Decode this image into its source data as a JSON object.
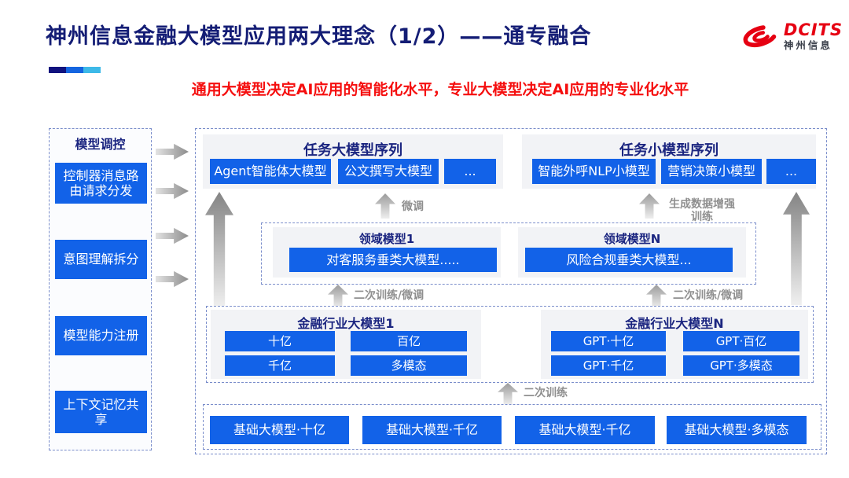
{
  "header": {
    "title": "神州信息金融大模型应用两大理念（1/2）——通专融合",
    "subtitle": "通用大模型决定AI应用的智能化水平，专业大模型决定AI应用的专业化水平",
    "logo": {
      "brand": "DCITS",
      "brand_cn": "神州信息"
    }
  },
  "sidebar": {
    "title": "模型调控",
    "items": [
      "控制器消息路由请求分发",
      "意图理解拆分",
      "模型能力注册",
      "上下文记忆共享"
    ]
  },
  "diagram": {
    "task_large": {
      "title": "任务大模型序列",
      "items": [
        "Agent智能体大模型",
        "公文撰写大模型",
        "..."
      ]
    },
    "task_small": {
      "title": "任务小模型序列",
      "items": [
        "智能外呼NLP小模型",
        "营销决策小模型",
        "..."
      ]
    },
    "domain_1": {
      "title": "领域模型1",
      "item": "对客服务垂类大模型....."
    },
    "domain_n": {
      "title": "领域模型N",
      "item": "风险合规垂类大模型..."
    },
    "fin_1": {
      "title": "金融行业大模型1",
      "items": [
        "十亿",
        "百亿",
        "千亿",
        "多模态"
      ]
    },
    "fin_n": {
      "title": "金融行业大模型N",
      "items": [
        "GPT·十亿",
        "GPT·百亿",
        "GPT·千亿",
        "GPT·多模态"
      ]
    },
    "base": {
      "items": [
        "基础大模型·十亿",
        "基础大模型·千亿",
        "基础大模型·千亿",
        "基础大模型·多模态"
      ]
    },
    "labels": {
      "finetune": "微调",
      "gen_data_training": "生成数据增强训练",
      "second_finetune": "二次训练/微调",
      "second_training": "二次训练"
    }
  },
  "colors": {
    "chip_blue": "#1262e8",
    "title_navy": "#141d75",
    "subtitle_red": "#f50f0f",
    "logo_red": "#e60012",
    "accent_cyan": "#3db9e8"
  }
}
